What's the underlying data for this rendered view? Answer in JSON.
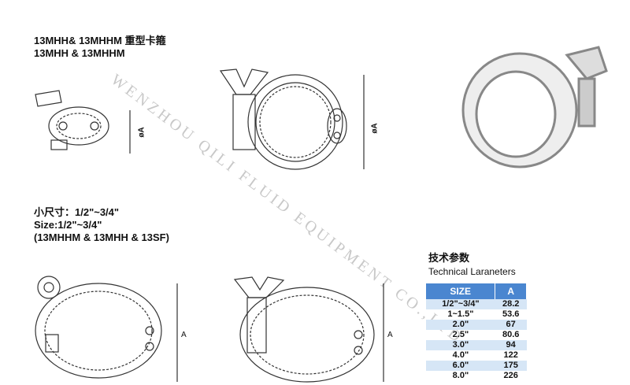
{
  "titles": {
    "line1": "13MHH& 13MHHM 重型卡箍",
    "line2": "13MHH & 13MHHM"
  },
  "small_size": {
    "line1": "小尺寸：1/2\"~3/4\"",
    "line2": "Size:1/2\"~3/4\"",
    "line3": "(13MHHM & 13MHH & 13SF)"
  },
  "dim_labels": {
    "phiA": "øA",
    "A": "A"
  },
  "watermark": "WENZHOU QILI FLUID EQUIPMENT CO.,LTD",
  "table": {
    "title_cn": "技术参数",
    "title_en": "Technical Laraneters",
    "headers": [
      "SIZE",
      "A"
    ],
    "rows": [
      [
        "1/2\"~3/4\"",
        "28.2"
      ],
      [
        "1~1.5\"",
        "53.6"
      ],
      [
        "2.0\"",
        "67"
      ],
      [
        "2.5\"",
        "80.6"
      ],
      [
        "3.0\"",
        "94"
      ],
      [
        "4.0\"",
        "122"
      ],
      [
        "6.0\"",
        "175"
      ],
      [
        "8.0\"",
        "226"
      ]
    ],
    "header_color": "#4a86d0"
  }
}
